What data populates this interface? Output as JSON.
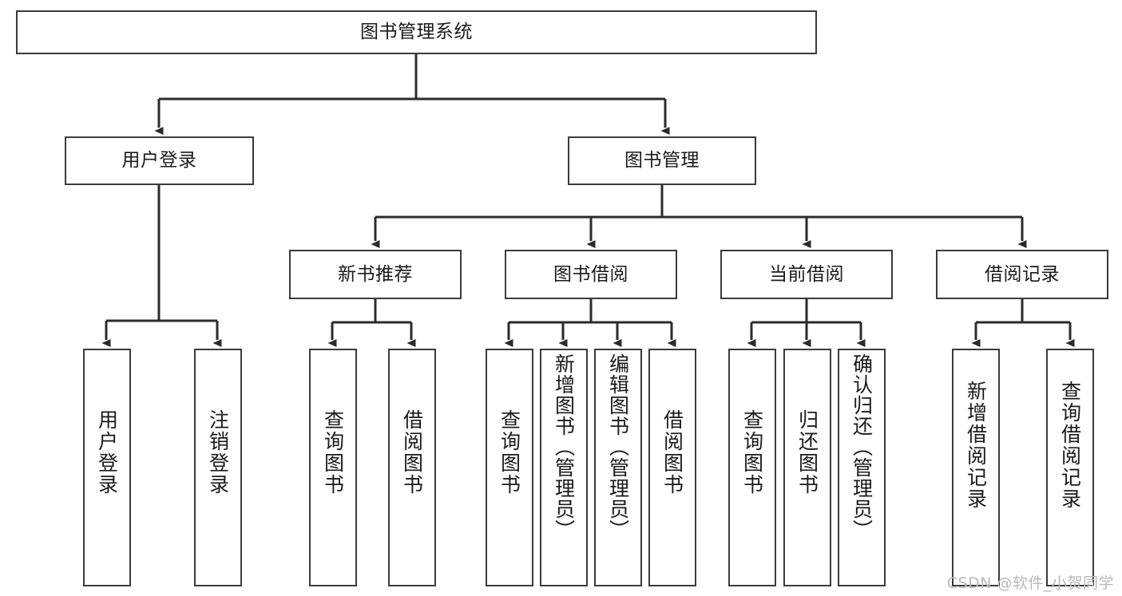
{
  "diagram": {
    "type": "tree-hierarchy",
    "title": "图书管理系统",
    "watermark": "CSDN @软件_小贺同学",
    "colors": {
      "box_border": "#3b3b3b",
      "box_fill": "#ffffff",
      "edge": "#2b2b2b",
      "text": "#1a1a1a",
      "watermark": "#b8b8b8",
      "background": "#ffffff"
    },
    "levels": [
      {
        "level": 1,
        "nodes": [
          {
            "id": "root",
            "label": "图书管理系统",
            "orientation": "horizontal"
          }
        ]
      },
      {
        "level": 2,
        "nodes": [
          {
            "id": "login",
            "label": "用户登录",
            "orientation": "horizontal",
            "parent": "root"
          },
          {
            "id": "bookmgmt",
            "label": "图书管理",
            "orientation": "horizontal",
            "parent": "root"
          }
        ]
      },
      {
        "level": 3,
        "nodes": [
          {
            "id": "newbook",
            "label": "新书推荐",
            "orientation": "horizontal",
            "parent": "bookmgmt"
          },
          {
            "id": "borrow",
            "label": "图书借阅",
            "orientation": "horizontal",
            "parent": "bookmgmt"
          },
          {
            "id": "current",
            "label": "当前借阅",
            "orientation": "horizontal",
            "parent": "bookmgmt"
          },
          {
            "id": "records",
            "label": "借阅记录",
            "orientation": "horizontal",
            "parent": "bookmgmt"
          }
        ]
      },
      {
        "level": 4,
        "nodes": [
          {
            "id": "leaf1",
            "label": "用户登录",
            "orientation": "vertical",
            "parent": "login"
          },
          {
            "id": "leaf2",
            "label": "注销登录",
            "orientation": "vertical",
            "parent": "login"
          },
          {
            "id": "leaf3",
            "label": "查询图书",
            "orientation": "vertical",
            "parent": "newbook"
          },
          {
            "id": "leaf4",
            "label": "借阅图书",
            "orientation": "vertical",
            "parent": "newbook"
          },
          {
            "id": "leaf5",
            "label": "查询图书",
            "orientation": "vertical",
            "parent": "borrow"
          },
          {
            "id": "leaf6",
            "label": "新增图书（管理员）",
            "orientation": "vertical",
            "parent": "borrow"
          },
          {
            "id": "leaf7",
            "label": "编辑图书（管理员）",
            "orientation": "vertical",
            "parent": "borrow"
          },
          {
            "id": "leaf8",
            "label": "借阅图书",
            "orientation": "vertical",
            "parent": "borrow"
          },
          {
            "id": "leaf9",
            "label": "查询图书",
            "orientation": "vertical",
            "parent": "current"
          },
          {
            "id": "leaf10",
            "label": "归还图书",
            "orientation": "vertical",
            "parent": "current"
          },
          {
            "id": "leaf11",
            "label": "确认归还（管理员）",
            "orientation": "vertical",
            "parent": "current"
          },
          {
            "id": "leaf12",
            "label": "新增借阅记录",
            "orientation": "vertical",
            "parent": "records"
          },
          {
            "id": "leaf13",
            "label": "查询借阅记录",
            "orientation": "vertical",
            "parent": "records"
          }
        ]
      }
    ]
  }
}
